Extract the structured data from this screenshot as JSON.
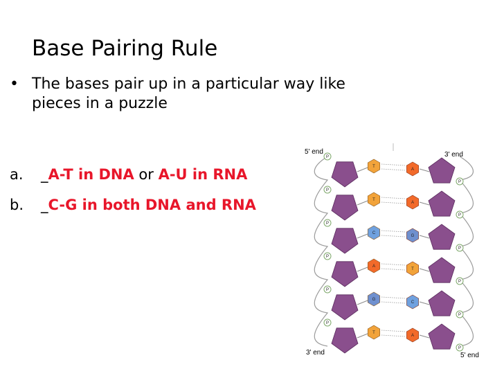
{
  "slide": {
    "title": "Base Pairing Rule",
    "bullet": {
      "marker": "•",
      "line1": "The bases pair up in a particular way like",
      "line2": "pieces in a puzzle"
    },
    "items": [
      {
        "marker": "a.",
        "prefix": "_",
        "red1": "A-T in DNA",
        "mid": " or ",
        "red2": "A-U in RNA"
      },
      {
        "marker": "b.",
        "prefix": "_",
        "red1": "C-G in both DNA and RNA"
      }
    ],
    "accent_color": "#e8162a"
  },
  "diagram": {
    "label_5_top": "5' end",
    "label_3_top": "3' end",
    "label_3_bottom": "3' end",
    "label_5_bottom": "5' end",
    "phosphate_letter": "P",
    "base_pairs": [
      {
        "left": "T",
        "right": "A",
        "left_color": "#f2a33a",
        "right_color": "#f26a2a"
      },
      {
        "left": "T",
        "right": "A",
        "left_color": "#f2a33a",
        "right_color": "#f26a2a"
      },
      {
        "left": "C",
        "right": "G",
        "left_color": "#6fa1df",
        "right_color": "#6f90cf"
      },
      {
        "left": "A",
        "right": "T",
        "left_color": "#f26a2a",
        "right_color": "#f2a33a"
      },
      {
        "left": "G",
        "right": "C",
        "left_color": "#6f90cf",
        "right_color": "#6fa1df"
      },
      {
        "left": "T",
        "right": "A",
        "left_color": "#f2a33a",
        "right_color": "#f26a2a"
      }
    ],
    "sugar_color": "#8a4f8d"
  }
}
